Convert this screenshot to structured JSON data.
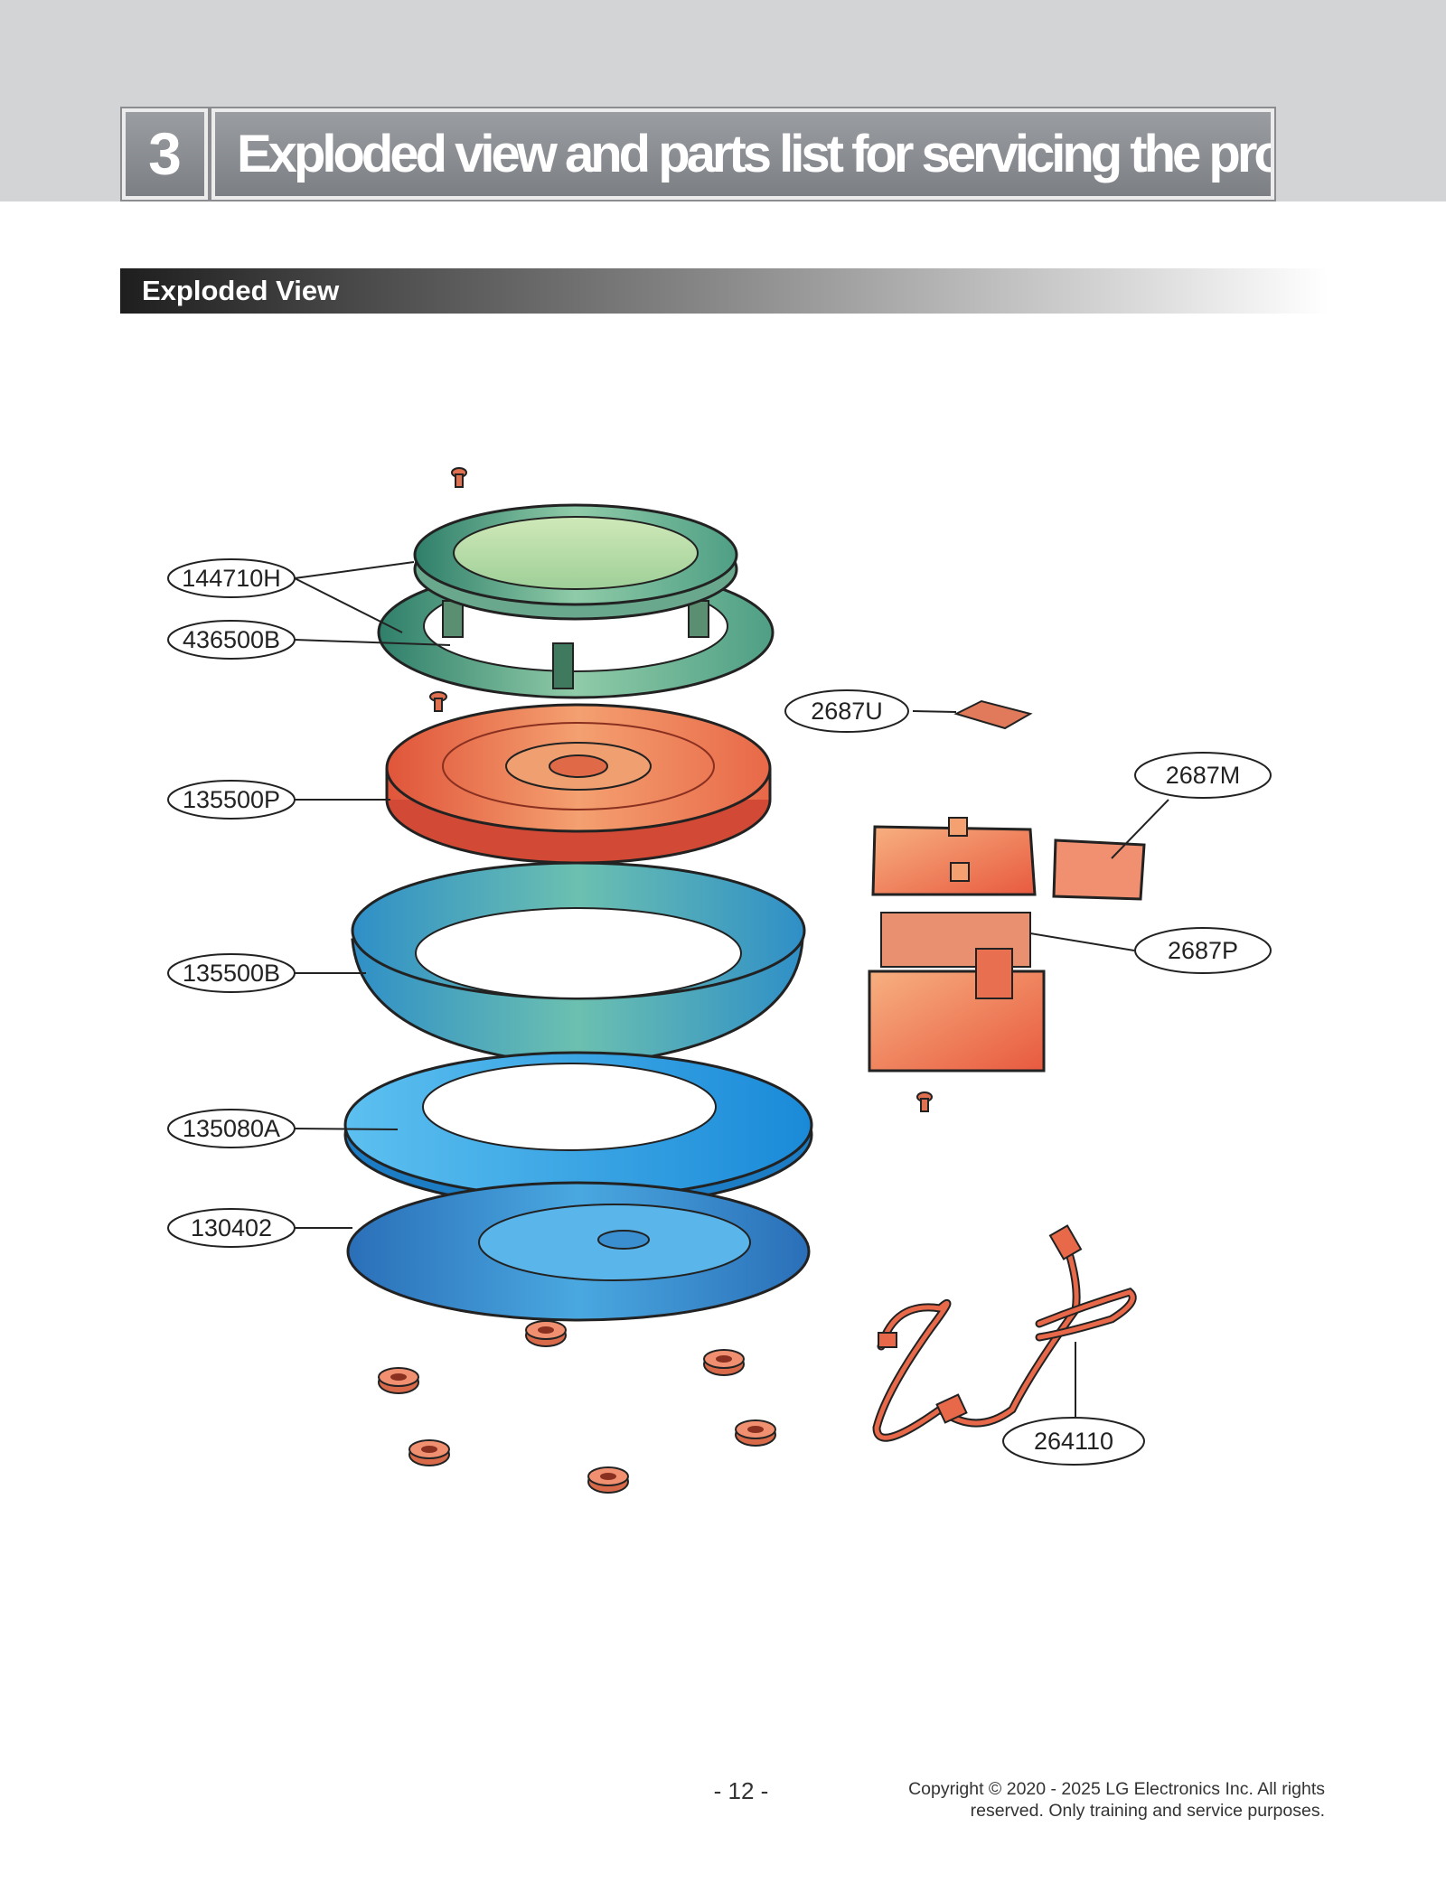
{
  "header": {
    "section_number": "3",
    "title": "Exploded view and parts list for servicing the product"
  },
  "section": {
    "title": "Exploded View"
  },
  "part_labels": {
    "p144710H": "144710H",
    "p436500B": "436500B",
    "p135500P": "135500P",
    "p135500B": "135500B",
    "p135080A": "135080A",
    "p130402": "130402",
    "p2687U": "2687U",
    "p2687M": "2687M",
    "p2687P": "2687P",
    "p264110": "264110"
  },
  "footer": {
    "page_number": "- 12 -",
    "copyright_line1": "Copyright © 2020 - 2025 LG Electronics Inc. All rights",
    "copyright_line2": "reserved. Only training and service purposes."
  },
  "colors": {
    "green_part": "#8fc9a8",
    "orange_part": "#f08a5d",
    "teal_part": "#4aa7b5",
    "blue_part": "#3a9ee0",
    "header_gray": "#8b8e92"
  }
}
